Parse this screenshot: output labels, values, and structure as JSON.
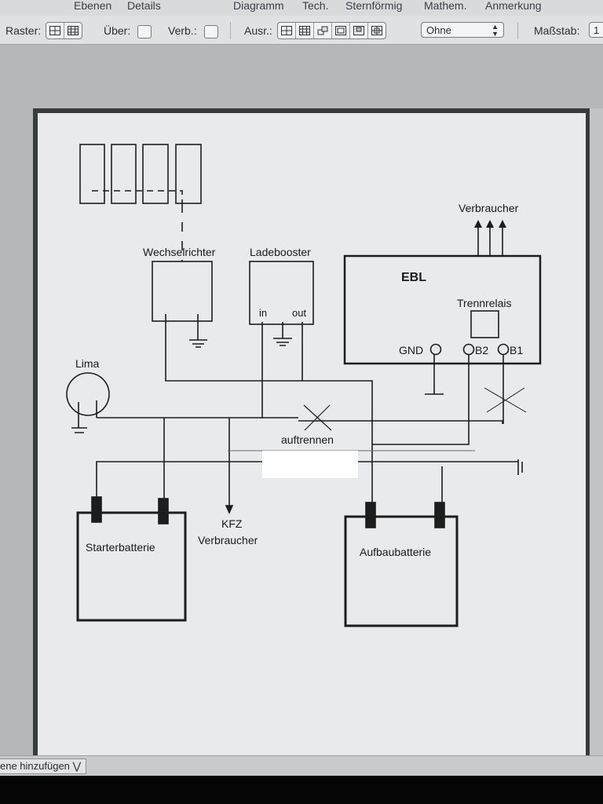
{
  "menu": {
    "ebenen": "Ebenen",
    "details": "Details",
    "diagramm": "Diagramm",
    "tech": "Tech.",
    "sternfoermig": "Sternförmig",
    "mathem": "Mathem.",
    "anmerkung": "Anmerkung"
  },
  "toolbar": {
    "raster_label": "Raster:",
    "ueber_label": "Über:",
    "verb_label": "Verb.:",
    "ausr_label": "Ausr.:",
    "ohne_value": "Ohne",
    "massstab_label": "Maßstab:",
    "massstab_value": "1"
  },
  "diagram": {
    "verbraucher_top": "Verbraucher",
    "wechselrichter": "Wechselrichter",
    "ladebooster": "Ladebooster",
    "in": "in",
    "out": "out",
    "ebl": "EBL",
    "trennrelais": "Trennrelais",
    "gnd": "GND",
    "b2": "B2",
    "b1": "B1",
    "lima": "Lima",
    "auftrennen": "auftrennen",
    "kfz_line1": "KFZ",
    "kfz_line2": "Verbraucher",
    "starterbatterie": "Starterbatterie",
    "aufbaubatterie": "Aufbaubatterie"
  },
  "status": {
    "layer_button": "ene hinzufügen"
  }
}
